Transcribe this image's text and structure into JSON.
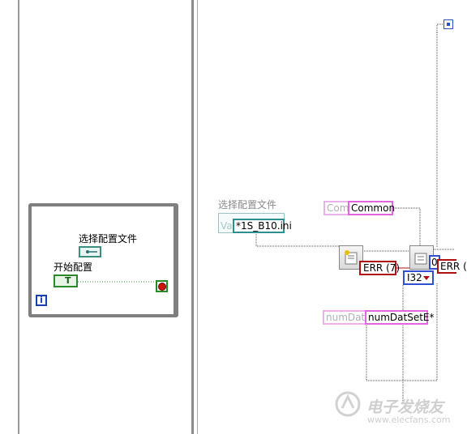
{
  "left_panel": {
    "iteration_terminal": "i",
    "select_config_label": "选择配置文件",
    "start_config_label": "开始配置",
    "bool_value": "T"
  },
  "diagram": {
    "select_config_label": "选择配置文件",
    "val_label": "Va",
    "ini_value": "*1S_B10.ini",
    "com_label": "Com",
    "common_value": "Common",
    "err_7_value": "ERR (7)",
    "err_right_value": "ERR (",
    "i32_value": "I32",
    "index_value": "0",
    "numdat_label": "numDat",
    "numdatset_value": "numDatSetE*"
  },
  "watermark": {
    "cn": "电子发烧友",
    "url": "www.elecfans.com"
  },
  "colors": {
    "loop_border": "#7f7f7f",
    "wire_pink": "#e066e0",
    "wire_teal": "#2f8f8f",
    "error": "#b01010",
    "bool_green": "#2a8a2a"
  }
}
